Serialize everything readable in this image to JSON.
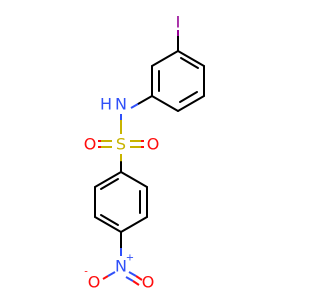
{
  "molecule": {
    "atoms": {
      "iodine": "I",
      "nitrogen_amine": "N",
      "hydrogen": "H",
      "sulfur": "S",
      "oxygen_left": "O",
      "oxygen_right": "O",
      "nitrogen_nitro": "N",
      "nitro_plus": "+",
      "oxygen_nitro_left": "O",
      "oxygen_nitro_minus": "-",
      "oxygen_nitro_right": "O"
    },
    "colors": {
      "carbon_bond": "#000000",
      "iodine": "#940094",
      "nitrogen": "#3050F8",
      "sulfur": "#C8B400",
      "oxygen": "#FF0D0D"
    }
  }
}
